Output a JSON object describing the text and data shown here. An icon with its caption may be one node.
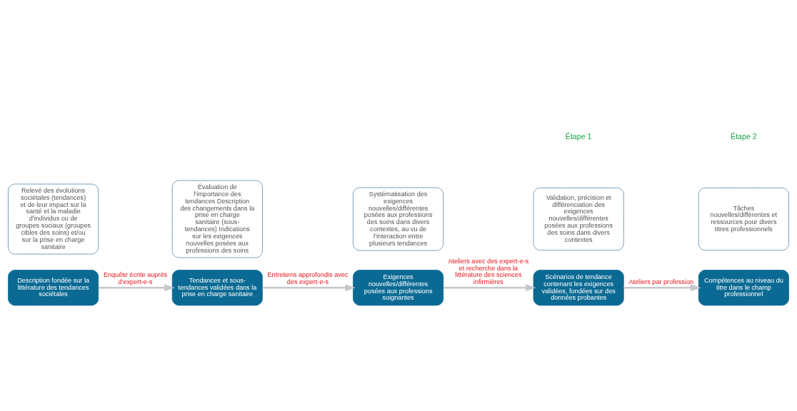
{
  "diagram": {
    "nodes": [
      {
        "text": [
          "Relevé des évolutions sociétales (tendances) et de leur impact sur la santé et la maladie d’individus ou de groupes sociaux (groupes cibles des soins) et/ou sur la prise en charge sanitaire"
        ]
      },
      {
        "text": [
          "Évaluation de l’importance des tendances Description des changements dans la prise en charge sanitaire (sous-tendances) Indications sur les exigences nouvelles posées aux professions des soins"
        ]
      },
      {
        "text": [
          "Systématisation des exigences nouvelles/différentes posées aux professions des soins dans divers contextes, au vu de l’interaction entre plusieurs tendances"
        ]
      },
      {
        "text": [
          "Validation, précision et différenciation des exigences nouvelles/différentes posées aux professions des soins dans divers contextes"
        ]
      },
      {
        "text": [
          "Tâches nouvelles/différentes et ressources pour divers titres professionnels"
        ]
      },
      {
        "text": [
          "Description fondée sur la littérature des tendances sociétales"
        ]
      },
      {
        "text": [
          "Tendances et sous-tendances validées dans la prise en charge sanitaire"
        ]
      },
      {
        "text": [
          "Exigences nouvelles/différentes posées aux professions soignantes"
        ]
      },
      {
        "text": [
          "Scénarios de tendance contenant les exigences validées, fondées sur des données probantes"
        ]
      },
      {
        "text": [
          "Compétences au niveau du titre dans le champ professionnel"
        ]
      }
    ],
    "edges": [
      {
        "from": 5,
        "to": 6,
        "arrow": "to",
        "label": "Enquête écrite auprès d’expert-e-s"
      },
      {
        "from": 6,
        "to": 7,
        "arrow": "to",
        "label": "Entretiens approfondis avec des expert-e-s"
      },
      {
        "from": 7,
        "to": 8,
        "arrow": "to",
        "label": "Ateliers avec des expert-e-s et recherche dans la littérature des sciences infirmières"
      },
      {
        "from": 8,
        "to": 9,
        "arrow": "to",
        "label": "Ateliers par profession"
      }
    ],
    "labels": [
      "Étape 1",
      "Étape 2"
    ]
  }
}
